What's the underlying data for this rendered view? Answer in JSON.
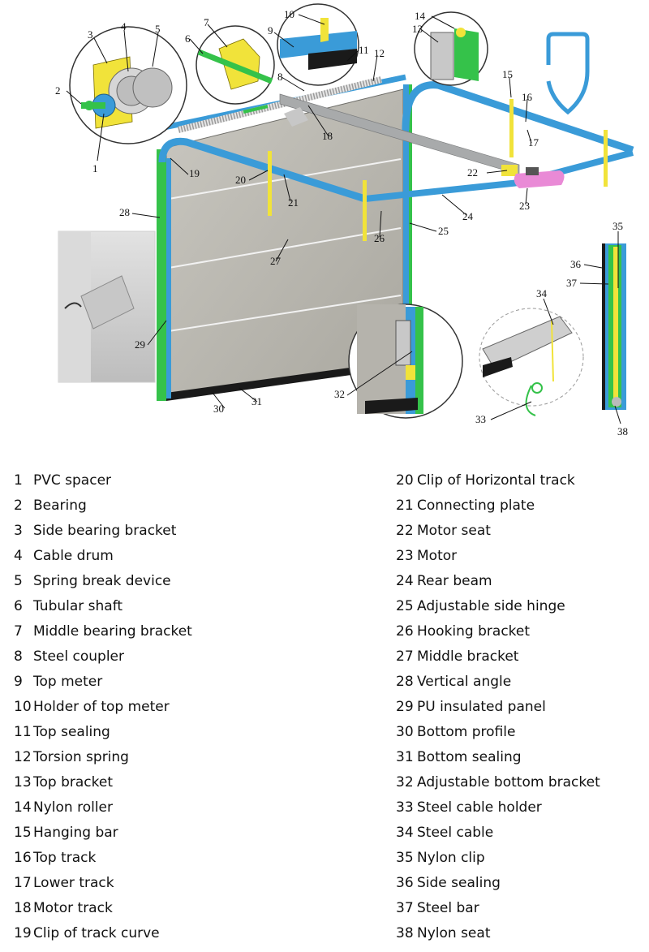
{
  "legend": [
    {
      "n": "1",
      "label": "PVC spacer"
    },
    {
      "n": "2",
      "label": "Bearing"
    },
    {
      "n": "3",
      "label": "Side bearing bracket"
    },
    {
      "n": "4",
      "label": "Cable drum"
    },
    {
      "n": "5",
      "label": "Spring break device"
    },
    {
      "n": "6",
      "label": "Tubular shaft"
    },
    {
      "n": "7",
      "label": "Middle bearing bracket"
    },
    {
      "n": "8",
      "label": "Steel coupler"
    },
    {
      "n": "9",
      "label": "Top meter"
    },
    {
      "n": "10",
      "label": "Holder of top meter"
    },
    {
      "n": "11",
      "label": "Top sealing"
    },
    {
      "n": "12",
      "label": "Torsion spring"
    },
    {
      "n": "13",
      "label": "Top bracket"
    },
    {
      "n": "14",
      "label": "Nylon roller"
    },
    {
      "n": "15",
      "label": "Hanging bar"
    },
    {
      "n": "16",
      "label": "Top track"
    },
    {
      "n": "17",
      "label": "Lower track"
    },
    {
      "n": "18",
      "label": "Motor track"
    },
    {
      "n": "19",
      "label": "Clip of track curve"
    },
    {
      "n": "20",
      "label": "Clip of Horizontal track"
    },
    {
      "n": "21",
      "label": "Connecting plate"
    },
    {
      "n": "22",
      "label": "Motor seat"
    },
    {
      "n": "23",
      "label": "Motor"
    },
    {
      "n": "24",
      "label": "Rear beam"
    },
    {
      "n": "25",
      "label": "Adjustable side hinge"
    },
    {
      "n": "26",
      "label": "Hooking bracket"
    },
    {
      "n": "27",
      "label": "Middle bracket"
    },
    {
      "n": "28",
      "label": "Vertical angle"
    },
    {
      "n": "29",
      "label": "PU insulated panel"
    },
    {
      "n": "30",
      "label": "Bottom profile"
    },
    {
      "n": "31",
      "label": "Bottom sealing"
    },
    {
      "n": "32",
      "label": "Adjustable bottom bracket"
    },
    {
      "n": "33",
      "label": "Steel cable holder"
    },
    {
      "n": "34",
      "label": "Steel cable"
    },
    {
      "n": "35",
      "label": "Nylon clip"
    },
    {
      "n": "36",
      "label": "Side sealing"
    },
    {
      "n": "37",
      "label": "Steel bar"
    },
    {
      "n": "38",
      "label": "Nylon seat"
    }
  ],
  "colors": {
    "track_blue": "#3a9bd8",
    "panel_gray": "#b5b3ac",
    "angle_green": "#35c24a",
    "bracket_yellow": "#f1e33a",
    "motor_pink": "#e98ad6",
    "rail_gray": "#a8aaab",
    "seal_black": "#1a1a1a"
  }
}
